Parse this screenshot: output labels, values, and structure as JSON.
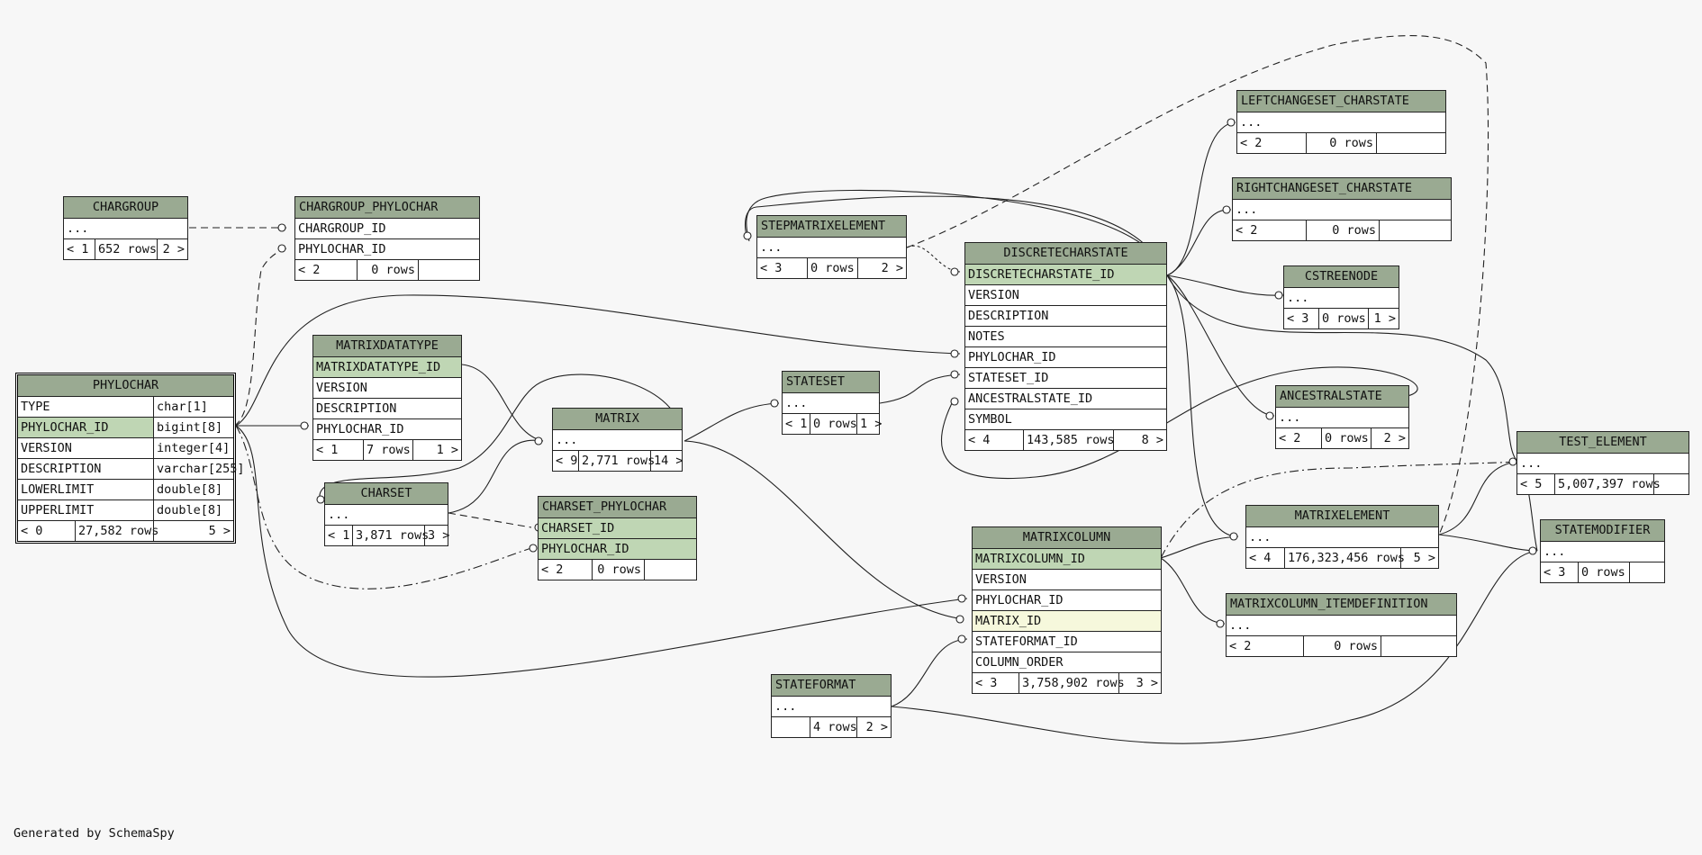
{
  "footer": {
    "generated_by": "Generated by SchemaSpy"
  },
  "tables": {
    "chargroup": {
      "name": "CHARGROUP",
      "cols": [
        "..."
      ],
      "footer": {
        "prev": "< 1",
        "rows": "652 rows",
        "next": "2 >"
      }
    },
    "chargroup_phylochar": {
      "name": "CHARGROUP_PHYLOCHAR",
      "cols": [
        "CHARGROUP_ID",
        "PHYLOCHAR_ID"
      ],
      "footer": {
        "prev": "< 2",
        "rows": "0 rows",
        "next": ""
      }
    },
    "phylochar": {
      "name": "PHYLOCHAR",
      "cols": [
        {
          "name": "TYPE",
          "type": "char[1]"
        },
        {
          "name": "PHYLOCHAR_ID",
          "type": "bigint[8]"
        },
        {
          "name": "VERSION",
          "type": "integer[4]"
        },
        {
          "name": "DESCRIPTION",
          "type": "varchar[255]"
        },
        {
          "name": "LOWERLIMIT",
          "type": "double[8]"
        },
        {
          "name": "UPPERLIMIT",
          "type": "double[8]"
        }
      ],
      "footer": {
        "prev": "< 0",
        "rows": "27,582 rows",
        "next": "5 >"
      }
    },
    "matrixdatatype": {
      "name": "MATRIXDATATYPE",
      "cols": [
        "MATRIXDATATYPE_ID",
        "VERSION",
        "DESCRIPTION",
        "PHYLOCHAR_ID"
      ],
      "footer": {
        "prev": "< 1",
        "rows": "7 rows",
        "next": "1 >"
      }
    },
    "charset": {
      "name": "CHARSET",
      "cols": [
        "..."
      ],
      "footer": {
        "prev": "< 1",
        "rows": "3,871 rows",
        "next": "3 >"
      }
    },
    "matrix": {
      "name": "MATRIX",
      "cols": [
        "..."
      ],
      "footer": {
        "prev": "< 9",
        "rows": "2,771 rows",
        "next": "14 >"
      }
    },
    "charset_phylochar": {
      "name": "CHARSET_PHYLOCHAR",
      "cols": [
        "CHARSET_ID",
        "PHYLOCHAR_ID"
      ],
      "footer": {
        "prev": "< 2",
        "rows": "0 rows",
        "next": ""
      }
    },
    "stateset": {
      "name": "STATESET",
      "cols": [
        "..."
      ],
      "footer": {
        "prev": "< 1",
        "rows": "0 rows",
        "next": "1 >"
      }
    },
    "stepmatrixelement": {
      "name": "STEPMATRIXELEMENT",
      "cols": [
        "..."
      ],
      "footer": {
        "prev": "< 3",
        "rows": "0 rows",
        "next": "2 >"
      }
    },
    "discretecharstate": {
      "name": "DISCRETECHARSTATE",
      "cols": [
        "DISCRETECHARSTATE_ID",
        "VERSION",
        "DESCRIPTION",
        "NOTES",
        "PHYLOCHAR_ID",
        "STATESET_ID",
        "ANCESTRALSTATE_ID",
        "SYMBOL"
      ],
      "footer": {
        "prev": "< 4",
        "rows": "143,585 rows",
        "next": "8 >"
      }
    },
    "leftchangeset_charstate": {
      "name": "LEFTCHANGESET_CHARSTATE",
      "cols": [
        "..."
      ],
      "footer": {
        "prev": "< 2",
        "rows": "0 rows",
        "next": ""
      }
    },
    "rightchangeset_charstate": {
      "name": "RIGHTCHANGESET_CHARSTATE",
      "cols": [
        "..."
      ],
      "footer": {
        "prev": "< 2",
        "rows": "0 rows",
        "next": ""
      }
    },
    "cstreenode": {
      "name": "CSTREENODE",
      "cols": [
        "..."
      ],
      "footer": {
        "prev": "< 3",
        "rows": "0 rows",
        "next": "1 >"
      }
    },
    "ancestralstate": {
      "name": "ANCESTRALSTATE",
      "cols": [
        "..."
      ],
      "footer": {
        "prev": "< 2",
        "rows": "0 rows",
        "next": "2 >"
      }
    },
    "test_element": {
      "name": "TEST_ELEMENT",
      "cols": [
        "..."
      ],
      "footer": {
        "prev": "< 5",
        "rows": "5,007,397 rows",
        "next": ""
      }
    },
    "matrixelement": {
      "name": "MATRIXELEMENT",
      "cols": [
        "..."
      ],
      "footer": {
        "prev": "< 4",
        "rows": "176,323,456 rows",
        "next": "5 >"
      }
    },
    "statemodifier": {
      "name": "STATEMODIFIER",
      "cols": [
        "..."
      ],
      "footer": {
        "prev": "< 3",
        "rows": "0 rows",
        "next": ""
      }
    },
    "matrixcolumn": {
      "name": "MATRIXCOLUMN",
      "cols": [
        "MATRIXCOLUMN_ID",
        "VERSION",
        "PHYLOCHAR_ID",
        "MATRIX_ID",
        "STATEFORMAT_ID",
        "COLUMN_ORDER"
      ],
      "footer": {
        "prev": "< 3",
        "rows": "3,758,902 rows",
        "next": "3 >"
      }
    },
    "matrixcolumn_itemdefinition": {
      "name": "MATRIXCOLUMN_ITEMDEFINITION",
      "cols": [
        "..."
      ],
      "footer": {
        "prev": "< 2",
        "rows": "0 rows",
        "next": ""
      }
    },
    "stateformat": {
      "name": "STATEFORMAT",
      "cols": [
        "..."
      ],
      "footer": {
        "prev": "",
        "rows": "4 rows",
        "next": "2 >"
      }
    }
  }
}
